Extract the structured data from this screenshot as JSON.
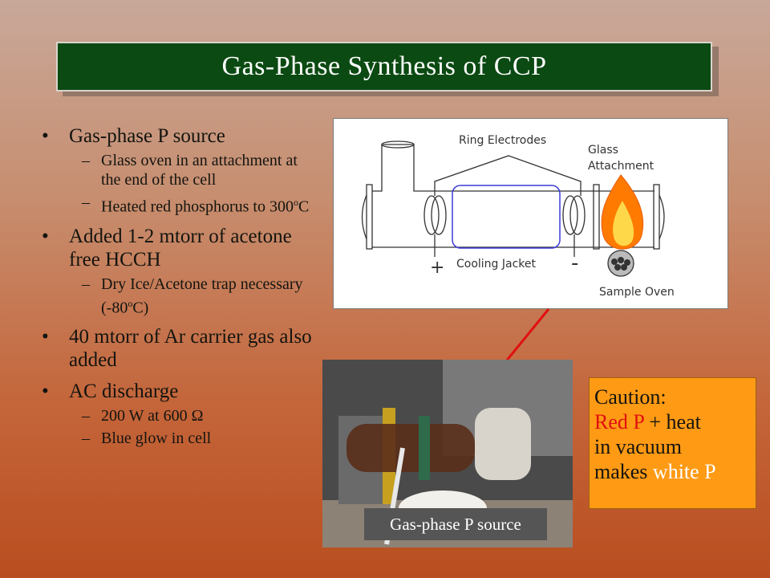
{
  "title": "Gas-Phase Synthesis of CCP",
  "bullets": [
    {
      "text": "Gas-phase P source",
      "subs": [
        "Glass oven in an attachment at the end of the cell",
        "Heated red phosphorus to 300"
      ]
    },
    {
      "text": "Added 1-2 mtorr of acetone free HCCH",
      "subs": [
        "Dry Ice/Acetone trap necessary (-80"
      ]
    },
    {
      "text": "40 mtorr of Ar carrier gas also added",
      "subs": []
    },
    {
      "text": "AC discharge",
      "subs": [
        "200 W at 600 Ω",
        "Blue glow in cell"
      ]
    }
  ],
  "degree_sup": "o",
  "sub_units": {
    "temp1_unit": "C",
    "temp2_unit": "C)"
  },
  "bullet_glyph": "•",
  "dash_glyph": "–",
  "diagram": {
    "ring_electrodes": "Ring Electrodes",
    "glass_attachment": "Glass Attachment",
    "cooling_jacket": "Cooling Jacket",
    "sample_oven": "Sample Oven",
    "plus": "+",
    "minus": "-"
  },
  "photo_caption": "Gas-phase P source",
  "caution": {
    "line1": "Caution:",
    "red_p": "Red P",
    "plus_heat": " + heat",
    "line3": "in vacuum",
    "makes": "makes ",
    "white_p": "white P"
  },
  "colors": {
    "title_bar": "#0b4a12",
    "caution_bg": "#ff9a14",
    "caution_red": "#e01010",
    "arrow": "#e01010",
    "jacket": "#3b3bd6",
    "flame_outer": "#ff7a00",
    "flame_inner": "#ffd84a"
  }
}
